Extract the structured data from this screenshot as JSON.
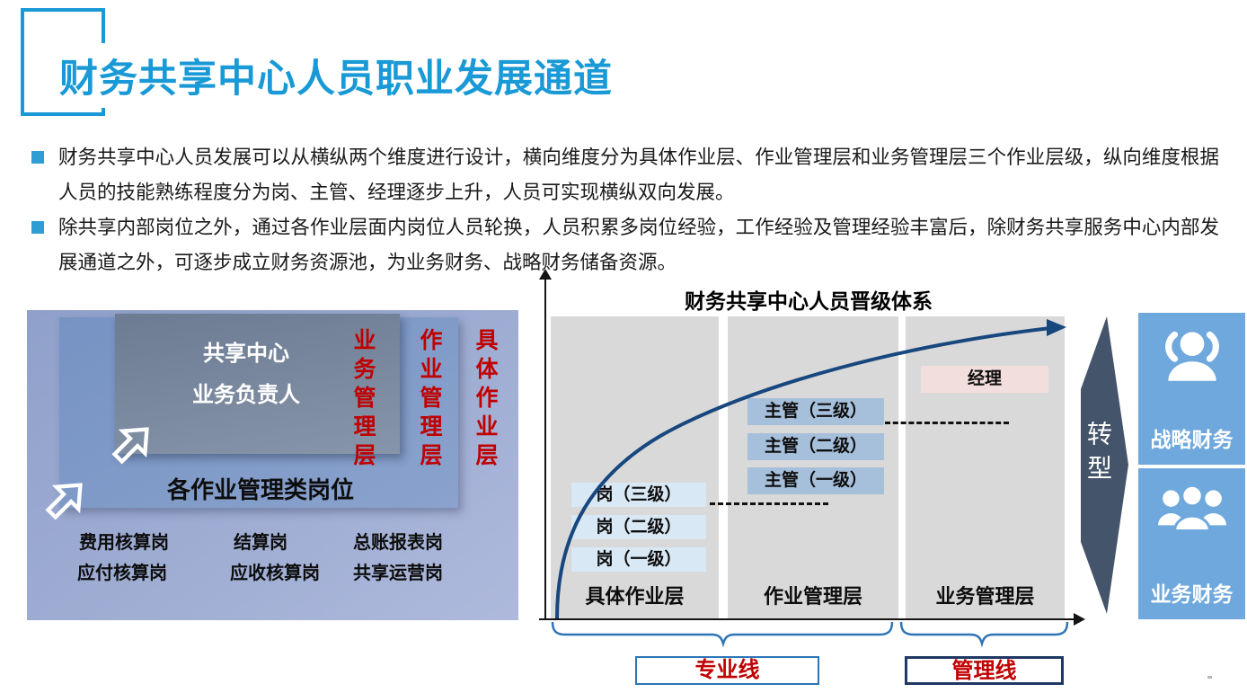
{
  "slide": {
    "title": "财务共享中心人员职业发展通道",
    "bullets": [
      "财务共享中心人员发展可以从横纵两个维度进行设计，横向维度分为具体作业层、作业管理层和业务管理层三个作业层级，纵向维度根据人员的技能熟练程度分为岗、主管、经理逐步上升，人员可实现横纵双向发展。",
      "除共享内部岗位之外，通过各作业层面内岗位人员轮换，人员积累多岗位经验，工作经验及管理经验丰富后，除财务共享服务中心内部发展通道之外，可逐步成立财务资源池，为业务财务、战略财务储备资源。"
    ]
  },
  "org_diagram": {
    "center_box": [
      "共享中心",
      "业务负责人"
    ],
    "layers": [
      "业务管理层",
      "作业管理层",
      "具体作业层"
    ],
    "management_posts_label": "各作业管理类岗位",
    "posts": [
      [
        "费用核算岗",
        "结算岗",
        "总账报表岗"
      ],
      [
        "应付核算岗",
        "应收核算岗",
        "共享运营岗"
      ]
    ]
  },
  "promotion_chart": {
    "title": "财务共享中心人员晋级体系",
    "columns": [
      "具体作业层",
      "作业管理层",
      "业务管理层"
    ],
    "post_levels": [
      "岗（一级）",
      "岗（二级）",
      "岗（三级）"
    ],
    "supervisor_levels": [
      "主管（一级）",
      "主管（二级）",
      "主管（三级）"
    ],
    "manager_level": "经理",
    "professional_line": "专业线",
    "management_line": "管理线"
  },
  "transition": {
    "label": "转型"
  },
  "career_targets": [
    {
      "label": "战略财务",
      "icon": "people-group-icon"
    },
    {
      "label": "业务财务",
      "icon": "people-team-icon"
    }
  ],
  "colors": {
    "title_blue": "#1999d6",
    "bullet_blue": "#2f9cd6",
    "red_text": "#c00000",
    "org_outer": "#9fadd3",
    "org_middle": "#7e99c7",
    "org_inner": "#76849b",
    "column_gray": "#d9d9d9",
    "post_box": "#d9e8f5",
    "supervisor_box": "#a6bfda",
    "manager_box": "#f2dedc",
    "curve_navy": "#17477e",
    "brace_blue": "#2e75b6",
    "management_tag_border": "#203864",
    "transition_arrow": "#44546a",
    "target_box_blue": "#6fa8dc"
  }
}
